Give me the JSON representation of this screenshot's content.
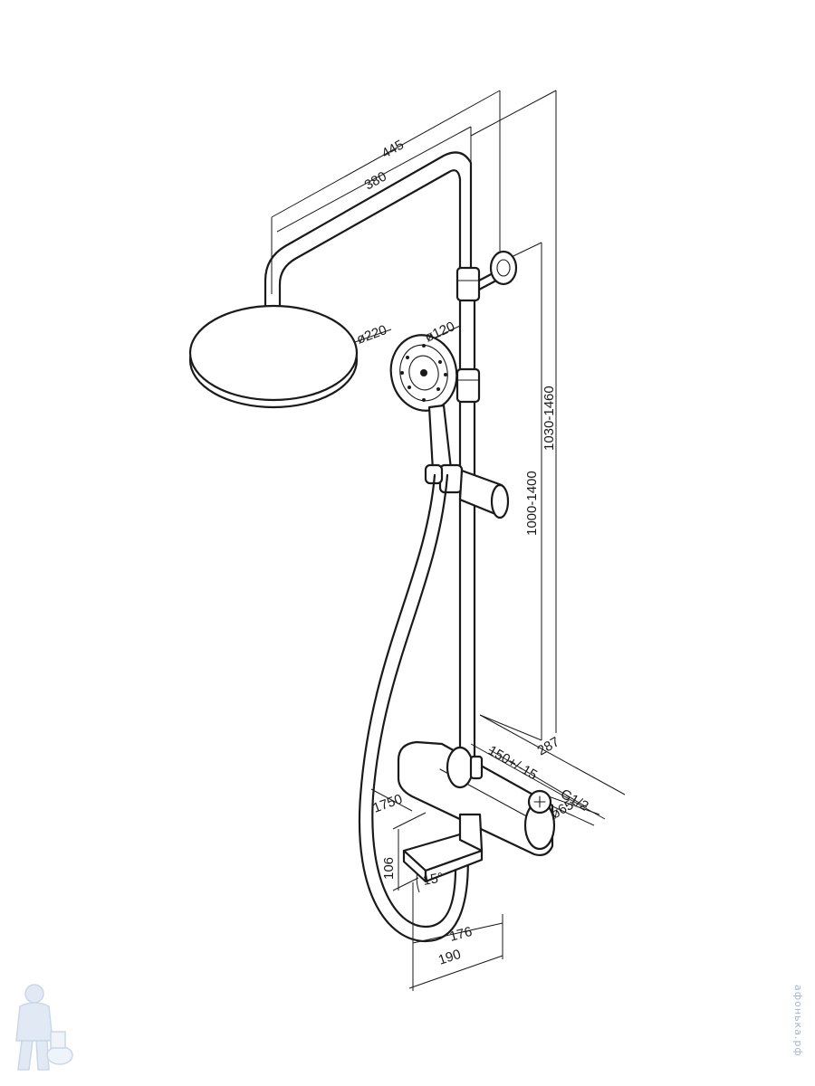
{
  "dimensions": {
    "arm_outer": "445",
    "arm_inner": "380",
    "head_diameter": "ø220",
    "hand_diameter": "ø120",
    "rail_height": "1000-1400",
    "total_height": "1030-1460",
    "depth": "287",
    "connection_spacing": "150+/-15",
    "thread": "G1/2",
    "flange": "ø65",
    "hose": "1750",
    "spout_height": "106",
    "spout_angle": "15°",
    "spout_reach_inner": "176",
    "spout_reach_outer": "190"
  },
  "watermark": "афонька.рф",
  "colors": {
    "line": "#1a1a1a",
    "watermark": "#9fb8d8"
  }
}
